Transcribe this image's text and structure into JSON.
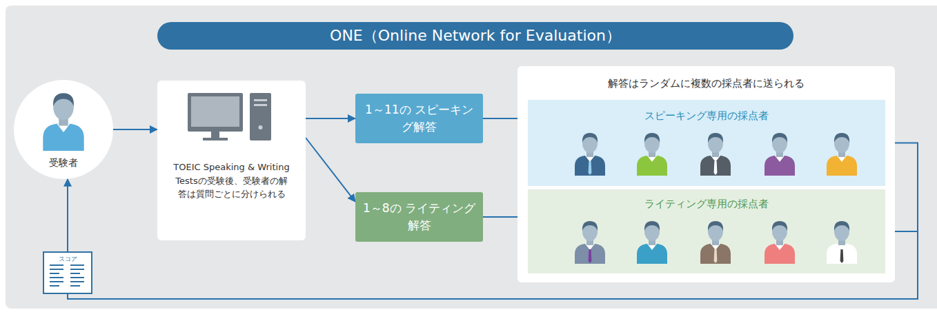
{
  "diagram": {
    "title": "ONE（Online Network for Evaluation）",
    "nodes": [
      {
        "text": [
          "受験者"
        ]
      },
      {
        "text": [
          "TOEIC Speaking & Writing Testsの受験後、受験者の解答は質問ごとに分けられる"
        ]
      },
      {
        "text": [
          "1～11の スピーキング解答"
        ]
      },
      {
        "text": [
          "1～8の ライティング解答"
        ]
      },
      {
        "text": [
          "解答はランダムに複数の採点者に送られる"
        ]
      },
      {
        "text": [
          "スピーキング専用の採点者"
        ],
        "in": 4
      },
      {
        "text": [
          "ライティング専用の採点者"
        ],
        "in": 4
      },
      {
        "text": [
          "スコア"
        ]
      }
    ],
    "edges": [
      {
        "from": 0,
        "to": 1,
        "arrow": "to"
      },
      {
        "from": 1,
        "to": 2,
        "arrow": "to"
      },
      {
        "from": 1,
        "to": 3,
        "arrow": "to"
      },
      {
        "from": 2,
        "to": 5,
        "arrow": "to"
      },
      {
        "from": 3,
        "to": 6,
        "arrow": "to"
      },
      {
        "from": 5,
        "to": 7,
        "arrow": "none"
      },
      {
        "from": 6,
        "to": 7,
        "arrow": "none"
      },
      {
        "from": 7,
        "to": 0,
        "arrow": "to"
      }
    ]
  }
}
